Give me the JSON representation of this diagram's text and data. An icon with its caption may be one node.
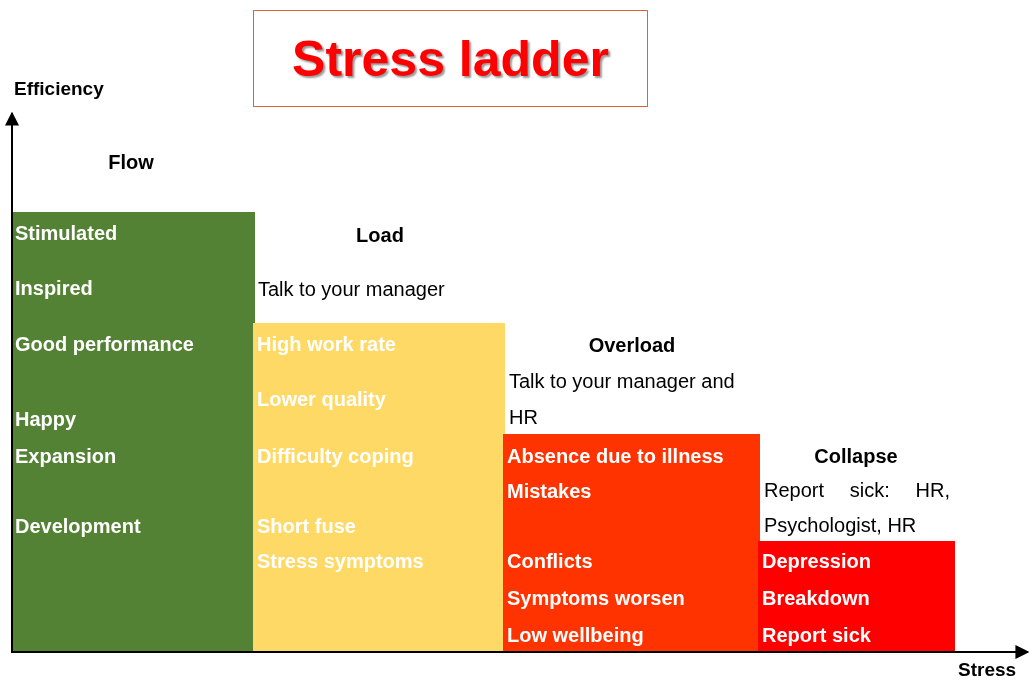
{
  "diagram": {
    "title": "Stress ladder",
    "nodes": [
      {
        "text": [
          "Stimulated",
          "Inspired",
          "Good performance",
          "Happy",
          "Expansion",
          "Development"
        ]
      },
      {
        "text": [
          "High work rate",
          "Lower quality",
          "Difficulty coping",
          "Short fuse",
          "Stress symptoms"
        ]
      },
      {
        "text": [
          "Absence due to illness",
          "Mistakes",
          "Conflicts",
          "Symptoms worsen",
          "Low wellbeing"
        ]
      },
      {
        "text": [
          "Depression",
          "Breakdown",
          "Report sick"
        ]
      }
    ],
    "labels": [
      "Efficiency",
      "Flow",
      "Load",
      "Talk to your manager",
      "Overload",
      "Talk to your manager and HR",
      "Collapse",
      "Report sick: HR, Psychologist, HR",
      "Stress"
    ]
  }
}
